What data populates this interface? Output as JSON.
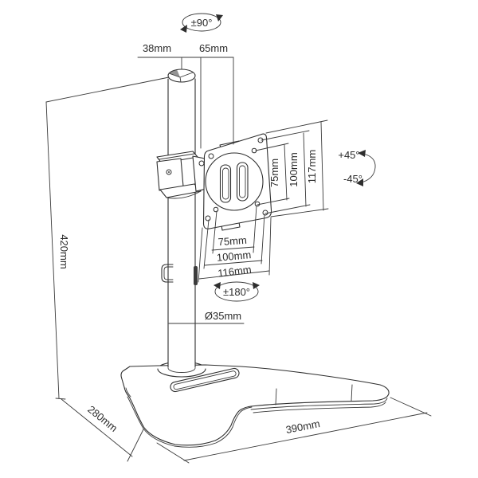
{
  "diagram": {
    "rotation_top": "±90°",
    "rotation_plate": "±180°",
    "tilt_up": "+45°",
    "tilt_down": "-45°",
    "dim_pole_top_width": "38mm",
    "dim_arm_offset": "65mm",
    "dim_pole_height": "420mm",
    "dim_pole_diameter": "Ø35mm",
    "vesa_vertical": {
      "inner": "75mm",
      "middle": "100mm",
      "outer": "117mm"
    },
    "vesa_horizontal": {
      "inner": "75mm",
      "middle": "100mm",
      "outer": "116mm"
    },
    "dim_base_depth": "280mm",
    "dim_base_width": "390mm"
  }
}
